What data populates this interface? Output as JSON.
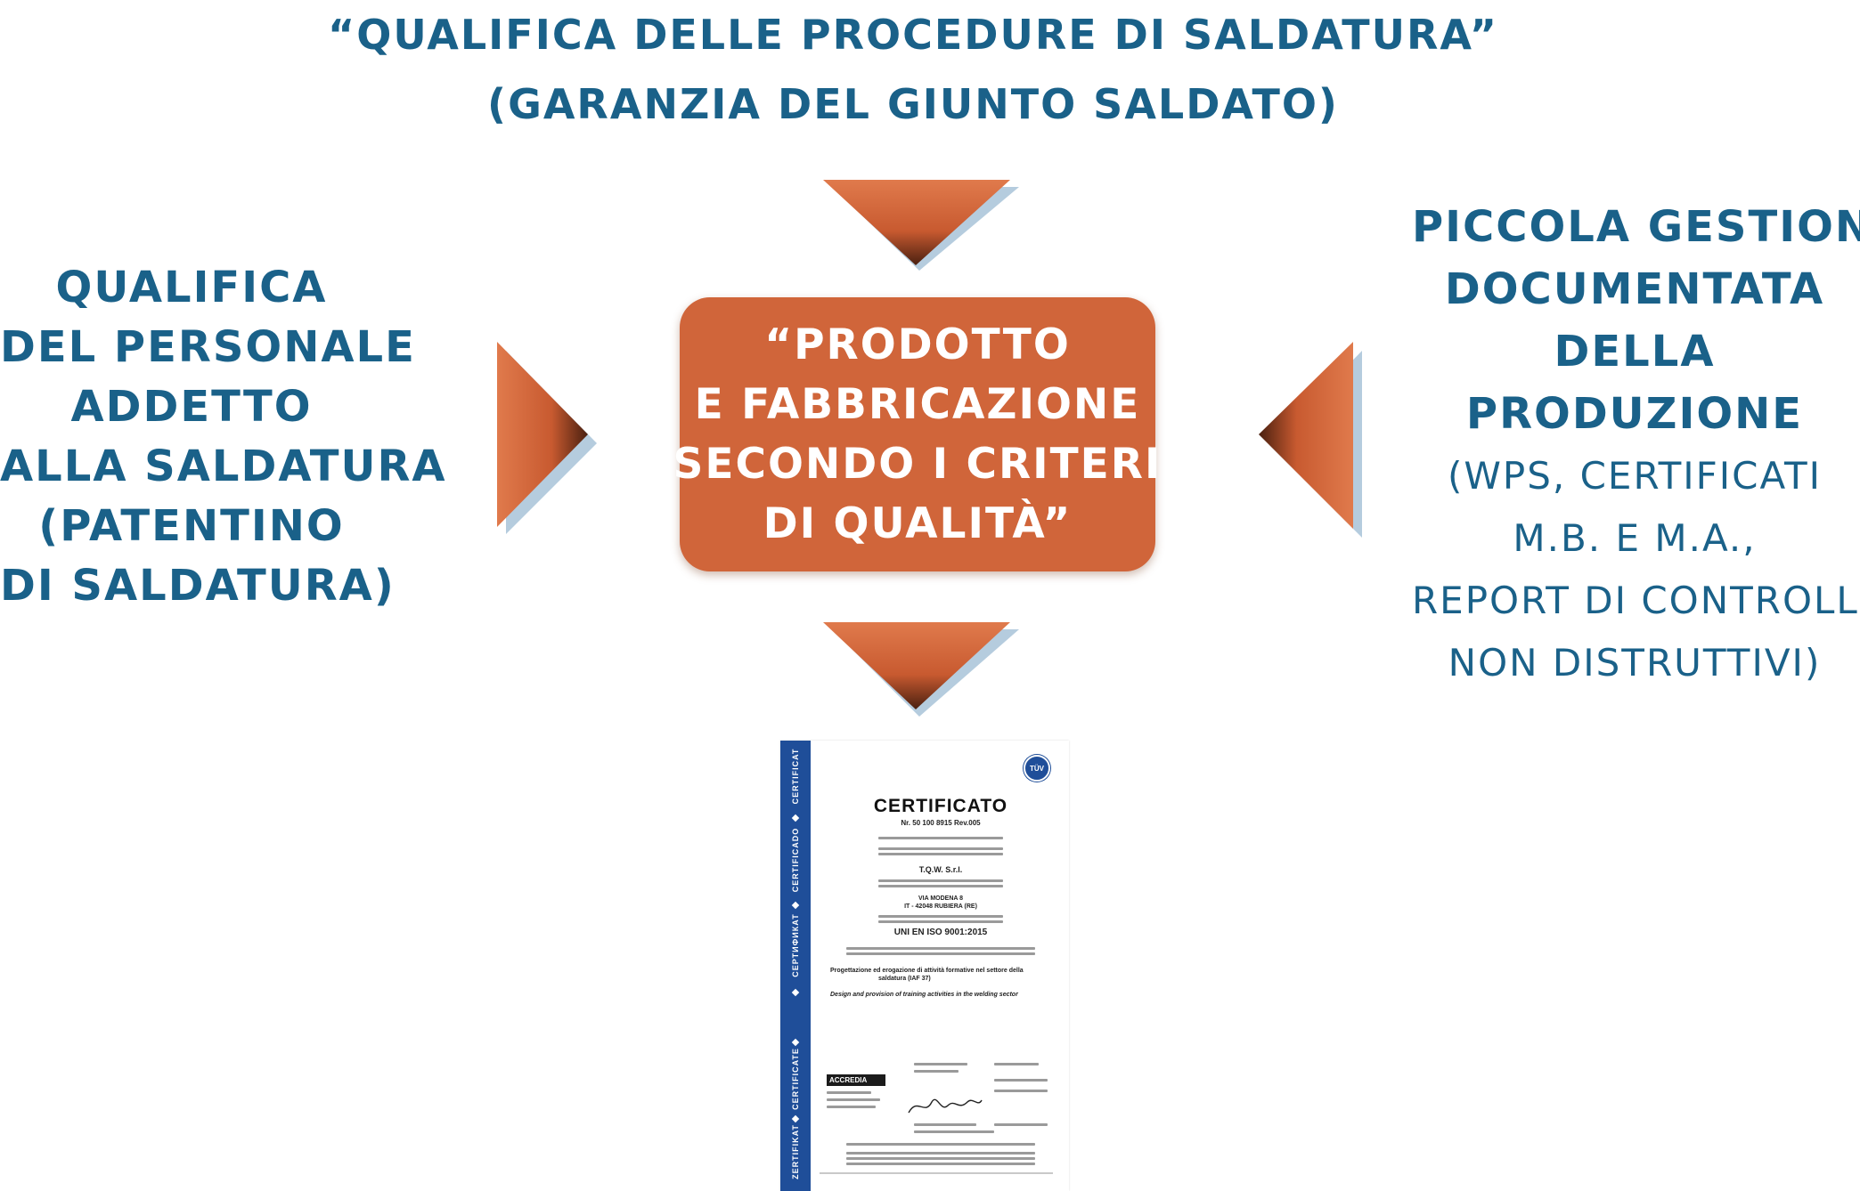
{
  "top_title": {
    "line1": "“QUALIFICA DELLE PROCEDURE DI SALDATURA”",
    "line2": "(GARANZIA DEL GIUNTO SALDATO)"
  },
  "left_text": {
    "lines": [
      "QUALIFICA",
      "DEL PERSONALE",
      "ADDETTO",
      "ALLA SALDATURA",
      "(PATENTINO",
      "DI SALDATURA)"
    ]
  },
  "right_text": {
    "bold_lines": [
      "PICCOLA GESTIONE",
      "DOCUMENTATA",
      "DELLA",
      "PRODUZIONE"
    ],
    "light_lines": [
      "(WPS, CERTIFICATI",
      "M.B. E M.A.,",
      "REPORT DI CONTROLLI",
      "NON DISTRUTTIVI)"
    ]
  },
  "center_box": {
    "lines": [
      "“PRODOTTO",
      "E FABBRICAZIONE",
      "SECONDO I CRITERI",
      "DI QUALITÀ”"
    ]
  },
  "certificate": {
    "title": "CERTIFICATO",
    "number": "Nr. 50 100 8915 Rev.005",
    "company": "T.Q.W. S.r.l.",
    "address_line1": "VIA MODENA 8",
    "address_line2": "IT - 42048 RUBIERA (RE)",
    "standard": "UNI EN ISO 9001:2015",
    "scope_it_line1": "Progettazione ed erogazione di attività formative nel settore della",
    "scope_it_line2": "saldatura (IAF 37)",
    "scope_en": "Design and provision of training activities in the welding sector",
    "accredia": "ACCREDIA",
    "tuv_logo": "TÜV",
    "stripe_words": [
      "CERTIFICAT",
      "CERTIFICADO",
      "СЕРТИФИКАТ",
      "CERTIFICATE",
      "ZERTIFIKAT"
    ]
  },
  "colors": {
    "text_blue": "#1a6189",
    "box_orange": "#d0653a",
    "arrow_orange": "#d0653a",
    "cert_stripe_blue": "#1f4e99"
  }
}
